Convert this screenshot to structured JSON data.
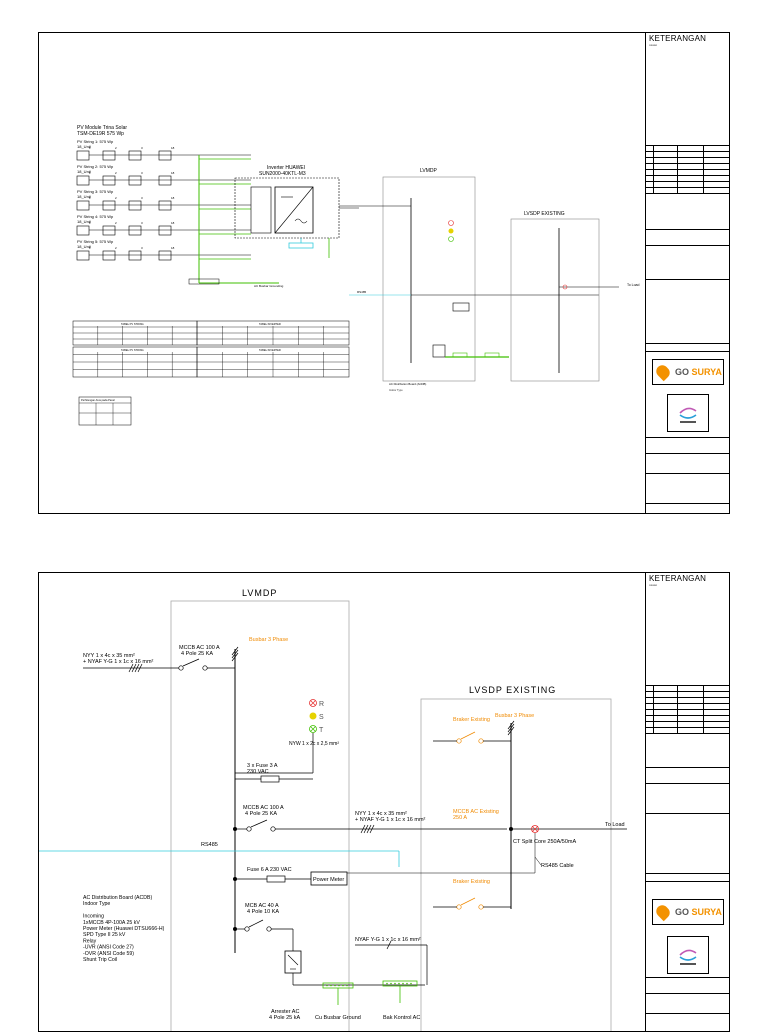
{
  "titleblock": {
    "title": "KETERANGAN",
    "subtitle": "catatan",
    "brand_main": "GO ",
    "brand_accent": "SURYA"
  },
  "sheet1": {
    "pv_title": "PV Module Trina Solar",
    "pv_model": "TSM-DE19R 575 Wp",
    "strings": [
      "PV String 1: 575 Wp",
      "PV String 2: 575 Wp",
      "PV String 3: 575 Wp",
      "PV String 4: 575 Wp",
      "PV String 5: 575 Wp"
    ],
    "string_units": "18_Unit",
    "module_numbers": [
      "1",
      "2",
      "3",
      "18"
    ],
    "dc_busbar": "AC Busbar Grounding",
    "inverter_title": "Inverter HUAWEI",
    "inverter_model": "SUN2000-40KTL-M3",
    "lvmdp_label": "LVMDP",
    "lvsdp_label": "LVSDP EXISTING",
    "rs485": "RS485",
    "to_load": "To Load",
    "table1_title": "TABEL PV STRING",
    "table2_title": "TABEL INVERTER",
    "small_table_title": "Perhitungan Arus pada Panel",
    "acdb_note": "AC Distribution Board (ACDB)"
  },
  "sheet2": {
    "lvmdp": "LVMDP",
    "lvsdp": "LVSDP  EXISTING",
    "busbar_left": "Busbar 3 Phase",
    "busbar_right": "Busbar 3 Phase",
    "incoming_cable_1": "NYY 1 x 4c x 35 mm²",
    "incoming_cable_2": "+ NYAF Y-G 1 x 1c x 16 mm²",
    "mccb_in_1": "MCCB AC 100 A",
    "mccb_in_2": "4 Pole 25 KA",
    "lamp_r": "R",
    "lamp_s": "S",
    "lamp_t": "T",
    "lamp_cable": "NYW 1 x 2c x 2,5 mm²",
    "fuse3_1": "3 x Fuse 3 A",
    "fuse3_2": "230 VAC",
    "mccb_out_1": "MCCB AC 100 A",
    "mccb_out_2": "4 Pole 25 KA",
    "tie_cable_1": "NYY 1 x 4c x 35 mm²",
    "tie_cable_2": "+ NYAF Y-G 1 x 1c x 16 mm²",
    "breaker_existing": "Braker Existing",
    "mccb_existing_1": "MCCB AC Existing",
    "mccb_existing_2": "250 A",
    "rs485": "RS485",
    "fuse6": "Fuse 6 A 230 VAC",
    "power_meter": "Power Meter",
    "ct": "CT Split Core 250A/50mA",
    "rs485_cable": "RS485 Cable",
    "to_load": "To Load",
    "mcb_1": "MCB AC 40 A",
    "mcb_2": "4 Pole 10 KA",
    "arrester_1": "Arrester AC",
    "arrester_2": "4 Pole 25 kA",
    "cu_busbar": "Cu Busbar Ground",
    "bak_kontrol": "Bak Kontrol AC",
    "ground_cable": "NYAF Y-G 1 x 1c x 16 mm²",
    "acdb_notes": [
      "AC Distribution Board (ACDB)",
      "Indoor Type",
      "",
      "Incoming",
      "1xMCCB 4P-100A 25 kV",
      "Power Meter (Huawei DTSU666-H)",
      "SPD Type II 25 kV",
      "Relay",
      "-UVR (ANSI Code 27)",
      "-OVR (ANSI Code 59)",
      "Shunt Trip Coil"
    ]
  },
  "colors": {
    "orange": "#f08a00",
    "green": "#3fbf00",
    "cyan": "#33ccdd",
    "red": "#e53030",
    "yellow": "#e6d200"
  }
}
